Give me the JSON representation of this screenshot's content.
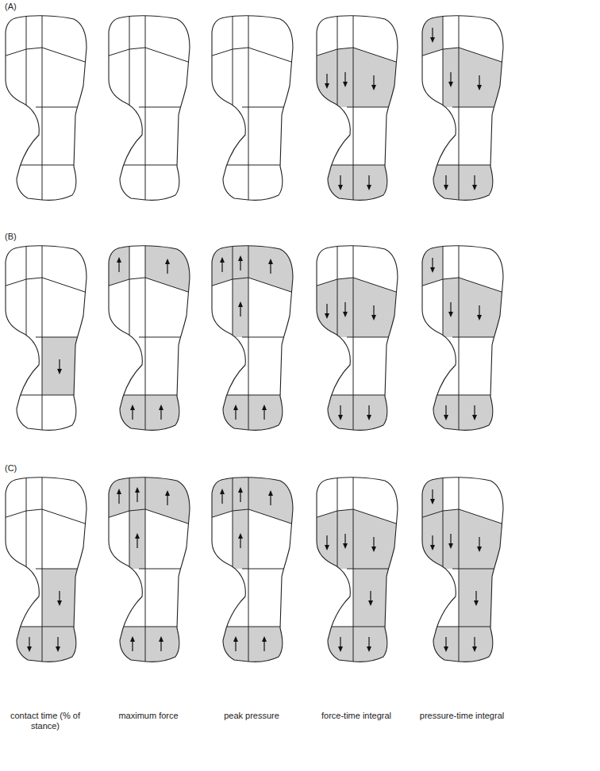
{
  "diagram": {
    "labels": [
      "(A)",
      "(B)",
      "(C)",
      "contact time (% of stance)",
      "maximum force",
      "peak pressure",
      "force-time integral",
      "pressure-time integral"
    ]
  }
}
